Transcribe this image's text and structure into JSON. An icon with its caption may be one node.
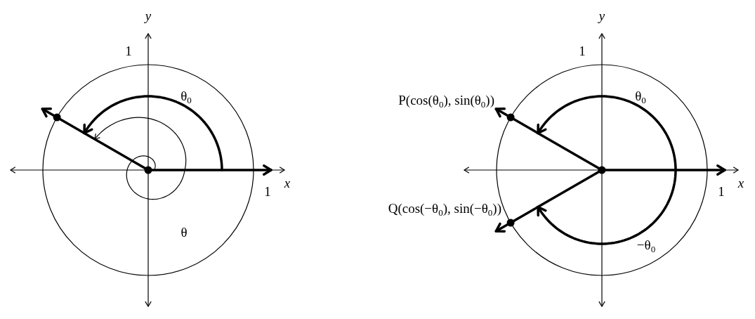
{
  "diagram": {
    "labels": [
      "y",
      "1",
      "θ$_{0}$",
      "x",
      "1",
      "θ",
      "y",
      "1",
      "θ$_{0}$",
      "P(cos(θ$_{0}$), sin(θ$_{0}$))",
      "x",
      "1",
      "Q(cos(−θ$_{0}$), sin(−θ$_{0}$))",
      "−θ$_{0}$"
    ]
  }
}
